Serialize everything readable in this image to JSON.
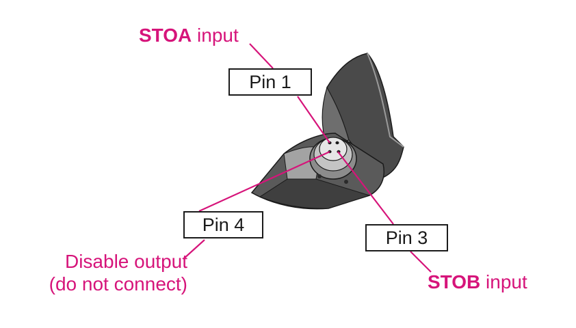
{
  "colors": {
    "callout": "#d6147a",
    "box_border": "#1a1a1a",
    "housing_dark": "#3f3f3f",
    "housing_mid": "#6e6e6e",
    "housing_light": "#a3a3a3"
  },
  "pins": [
    {
      "label": "Pin 1",
      "signal_name": "STOA",
      "signal_suffix": " input",
      "description": ""
    },
    {
      "label": "Pin 3",
      "signal_name": "STOB",
      "signal_suffix": " input",
      "description": ""
    },
    {
      "label": "Pin 4",
      "signal_name": "",
      "signal_suffix": "",
      "description_line1": "Disable output",
      "description_line2": "(do not connect)"
    }
  ]
}
